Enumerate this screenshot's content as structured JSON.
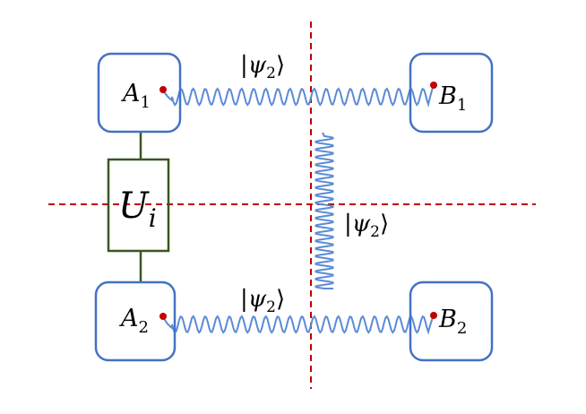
{
  "diagram": {
    "nodes": {
      "A1": {
        "base": "A",
        "sub": "1"
      },
      "B1": {
        "base": "B",
        "sub": "1"
      },
      "A2": {
        "base": "A",
        "sub": "2"
      },
      "B2": {
        "base": "B",
        "sub": "2"
      }
    },
    "unitary": {
      "base": "U",
      "sub": "i"
    },
    "states": {
      "top": {
        "open": "|",
        "psi": "ψ",
        "sub": "2",
        "close": "⟩"
      },
      "middle": {
        "open": "|",
        "psi": "ψ",
        "sub": "2",
        "close": "⟩"
      },
      "bottom": {
        "open": "|",
        "psi": "ψ",
        "sub": "2",
        "close": "⟩"
      }
    },
    "colors": {
      "box_stroke": "#4472C4",
      "wave": "#5B8BD6",
      "cut_line": "#C00000",
      "unitary_stroke": "#385723",
      "dot": "#C00000"
    }
  }
}
